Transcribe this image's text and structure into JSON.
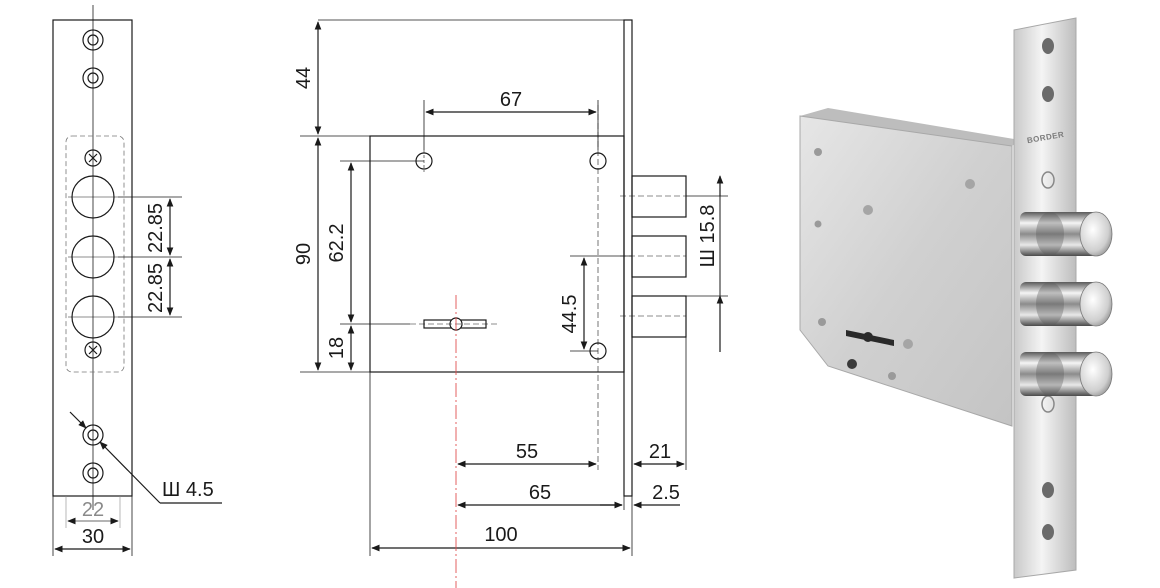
{
  "dimensions": {
    "faceplate_width": "30",
    "faceplate_hole_spacing": "22",
    "cylinder_spacing_upper": "22.85",
    "cylinder_spacing_lower": "22.85",
    "screw_hole_diameter": "Ш 4.5",
    "top_offset": "44",
    "mount_hole_spacing": "67",
    "body_height": "90",
    "mount_vertical_spacing": "62.2",
    "keyhole_offset": "18",
    "bolt_diameter": "Ш 15.8",
    "bolt_center_offset": "44.5",
    "backset_inner": "55",
    "backset": "65",
    "body_width": "100",
    "bolt_throw": "21",
    "faceplate_thickness": "2.5"
  },
  "product": {
    "brand": "BORDER"
  },
  "colors": {
    "line": "#1a1a1a",
    "centerline": "#e05050",
    "steel_light": "#dcdcdc",
    "steel_dark": "#9a9a9a"
  }
}
